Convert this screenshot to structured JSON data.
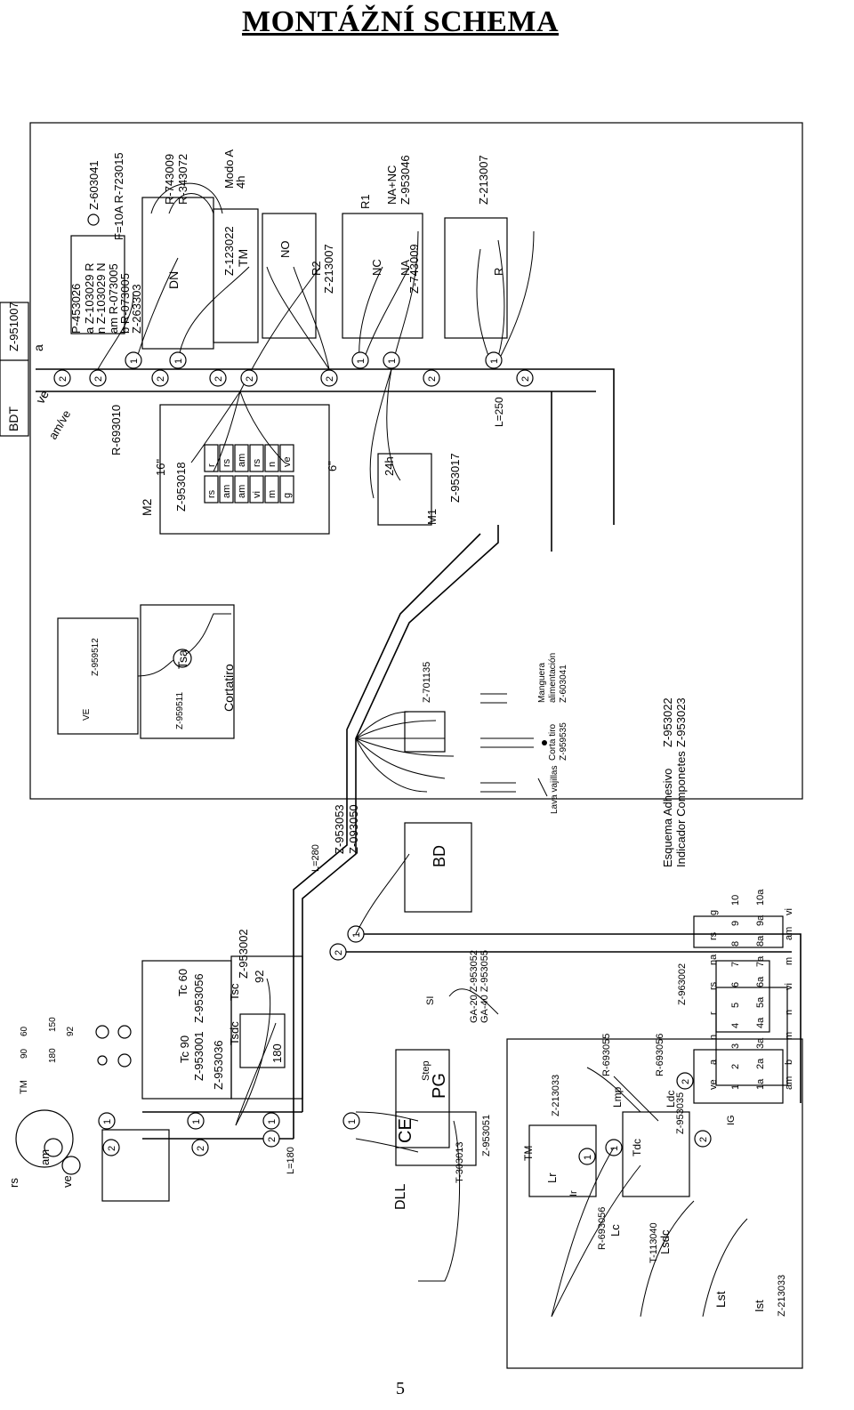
{
  "title": "MONTÁŽNÍ SCHEMA",
  "page_number": "5",
  "labels": {
    "bdt": "BDT",
    "z951007": "Z-951007",
    "ve": "ve",
    "a": "a",
    "amve": "am/ve",
    "r693010": "R-693010",
    "m2": "M2",
    "p453026": "P-453026",
    "z103029r": "a Z-103029 R",
    "z103029n": "n Z-103029 N",
    "amr073005": "am R-073005",
    "br073005": "b R-073005",
    "z263303": "Z-263303",
    "z603041": "Z-603041",
    "f10a": "F=10A R-723015",
    "r743009": "R-743009",
    "r343072": "R-343072",
    "dn": "DN",
    "modoa": "Modo A",
    "h4": "4h",
    "z123022": "Z-123022",
    "tm": "TM",
    "r2": "R2",
    "z213007a": "Z-213007",
    "no": "NO",
    "r1": "R1",
    "nanc": "NA+NC",
    "z953046": "Z-953046",
    "z213007b": "Z-213007",
    "nc": "NC",
    "na": "NA",
    "z743009": "Z-743009",
    "r": "R",
    "z953018": "Z-953018",
    "in16": "16\"",
    "in6": "6\"",
    "h24": "24h",
    "z953017": "Z-953017",
    "m1": "M1",
    "l250": "L=250",
    "z959512": "Z-959512",
    "z959511": "Z-959511",
    "tsa": "Tsa",
    "cortatiro": "Cortatiro",
    "vbox": "VE",
    "z701135": "Z-701135",
    "manguera": "Manguera",
    "alimentacion": "alimentación",
    "z603041b": "Z-603041",
    "cortatiro2": "Corta tiro",
    "z959535": "Z-959535",
    "lavavajillas": "Lava vajillas",
    "esquema": "Esquema  Adhesivo",
    "indicador": "Indicador Componetes",
    "z953022": "Z-953022",
    "z953023": "Z-953023",
    "l280": "L=280",
    "z953053": "Z-953053",
    "z093050": "Z-093050",
    "bd": "BD",
    "z953002": "Z-953002",
    "z953056": "Z-953056",
    "tc60": "Tc 60",
    "tc90": "Tc 90",
    "z953001": "Z-953001",
    "tsc": "Tsc",
    "tsdc": "Tsdc",
    "z953036": "Z-953036",
    "n92": "92",
    "n180": "180",
    "l180": "L=180",
    "ga20": "GA-20  Z-953052",
    "ga40": "GA-40  Z-953055",
    "si": "SI",
    "step": "Step",
    "pg": "PG",
    "ce": "CE",
    "dll": "DLL",
    "t303013": "T-303013",
    "z953051": "Z-953051",
    "r693055": "R-693055",
    "lmp": "Lmp",
    "r693056a": "R-693056",
    "ldc": "Ldc",
    "tdc": "Tdc",
    "z953035": "Z-953035",
    "z213033a": "Z-213033",
    "tm2": "TM",
    "lr": "Lr",
    "ir": "Ir",
    "r693056b": "R-693056",
    "lc": "Lc",
    "t113040": "T-113040",
    "lsdc": "Lsdc",
    "lst": "Lst",
    "ist": "Ist",
    "z213033b": "Z-213033",
    "z963002": "Z-963002",
    "ig": "IG",
    "legend_tm": "TM",
    "legend_90": "90",
    "legend_60": "60",
    "legend_150": "150",
    "legend_180": "180",
    "legend_92": "92",
    "rs": "rs",
    "am": "am",
    "ve2": "ve"
  },
  "terminal_rows": [
    "r",
    "rs",
    "am",
    "rs",
    "n",
    "ve",
    "rs",
    "am",
    "am",
    "vi",
    "m",
    "g"
  ],
  "ig_numbers": [
    "1",
    "2",
    "3",
    "4",
    "5",
    "6",
    "7",
    "8",
    "9",
    "10"
  ],
  "ig_bottom": [
    "1a",
    "2a",
    "3a",
    "4a",
    "5a",
    "6a",
    "7a",
    "8a",
    "9a",
    "10a"
  ],
  "ig_top": [
    "ve",
    "a",
    "n",
    "r",
    "rs",
    "na",
    "rs",
    "g"
  ],
  "ig_lower": [
    "am",
    "b",
    "m",
    "n",
    "vi",
    "m",
    "am",
    "vi"
  ]
}
